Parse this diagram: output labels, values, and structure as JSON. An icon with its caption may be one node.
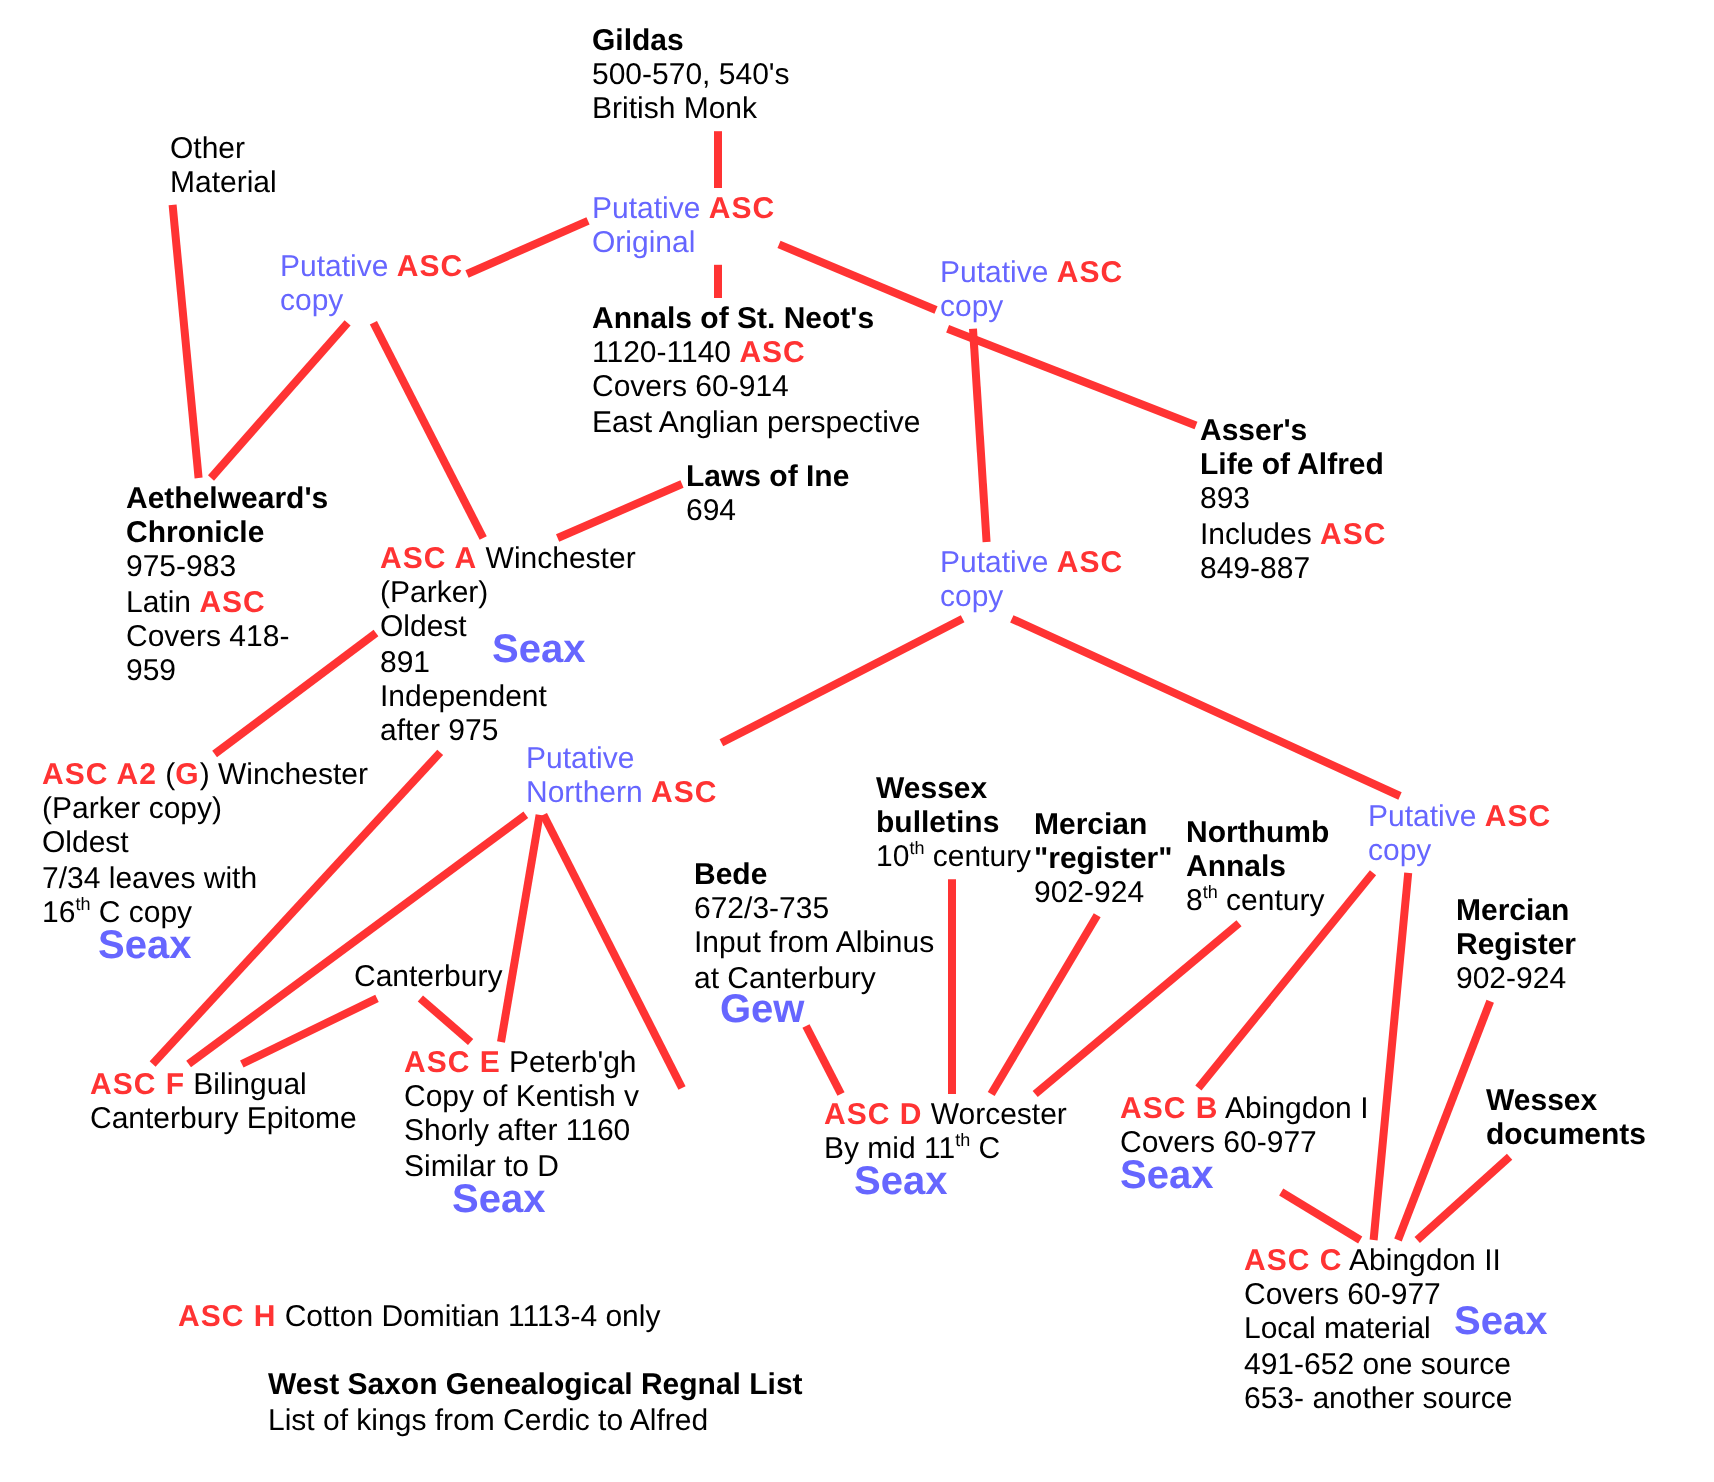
{
  "diagram": {
    "nodes": [
      {
        "text": [
          "Gildas",
          "500-570, 540's",
          "British Monk"
        ]
      },
      {
        "text": [
          "Putative **ASC** Original"
        ]
      },
      {
        "text": [
          "Other Material"
        ]
      },
      {
        "text": [
          "Putative **ASC** copy"
        ]
      },
      {
        "text": [
          "Putative **ASC** copy"
        ]
      },
      {
        "text": [
          "Annals of St. Neot's",
          "1120-1140 **ASC**",
          "Covers 60-914",
          "East Anglian perspective"
        ]
      },
      {
        "text": [
          "Asser's Life of Alfred",
          "893",
          "Includes **ASC** 849-887"
        ]
      },
      {
        "text": [
          "Aethelweard's Chronicle",
          "975-983",
          "Latin **ASC**",
          "Covers 418- 959"
        ]
      },
      {
        "text": [
          "Laws of Ine",
          "694"
        ]
      },
      {
        "text": [
          "**ASC A** Winchester (Parker)",
          "Oldest",
          "891",
          "Independent after 975"
        ],
        "beside": [
          "Seax"
        ]
      },
      {
        "text": [
          "Putative **ASC** copy"
        ]
      },
      {
        "text": [
          "**ASC A2** (**G**) Winchester (Parker copy)",
          "Oldest",
          "7/34 leaves with 16$^{th}$ C copy"
        ],
        "beside": [
          "Seax"
        ]
      },
      {
        "text": [
          "Putative Northern **ASC**"
        ]
      },
      {
        "text": [
          "Wessex bulletins",
          "10$^{th}$ century"
        ]
      },
      {
        "text": [
          "Mercian \"register\"",
          "902-924"
        ]
      },
      {
        "text": [
          "Northumb Annals",
          "8$^{th}$ century"
        ]
      },
      {
        "text": [
          "Putative **ASC** copy"
        ]
      },
      {
        "text": [
          "Bede",
          "672/3-735",
          "Input from Albinus at Canterbury"
        ],
        "beside": [
          "Gew"
        ]
      },
      {
        "text": [
          "Mercian Register",
          "902-924"
        ]
      },
      {
        "text": [
          "Canterbury"
        ]
      },
      {
        "text": [
          "**ASC F** Bilingual Canterbury Epitome"
        ]
      },
      {
        "text": [
          "**ASC E** Peterb'gh",
          "Copy of Kentish v",
          "Shorly after 1160",
          "Similar to D"
        ],
        "beside": [
          "Seax"
        ]
      },
      {
        "text": [
          "**ASC D** Worcester",
          "By mid 11$^{th}$ C"
        ],
        "beside": [
          "Seax"
        ]
      },
      {
        "text": [
          "**ASC B** Abingdon I",
          "Covers 60-977"
        ],
        "beside": [
          "Seax"
        ]
      },
      {
        "text": [
          "Wessex documents"
        ]
      },
      {
        "text": [
          "**ASC C** Abingdon II",
          "Covers 60-977",
          "Local material",
          "491-652 one source",
          "653- another source"
        ],
        "beside": [
          "Seax"
        ]
      }
    ],
    "edges": [
      {
        "from": 0,
        "to": 1,
        "arrow": "none"
      },
      {
        "from": 1,
        "to": 5,
        "arrow": "none"
      },
      {
        "from": 1,
        "to": 3,
        "arrow": "none"
      },
      {
        "from": 1,
        "to": 4,
        "arrow": "none"
      },
      {
        "from": 2,
        "to": 7,
        "arrow": "none"
      },
      {
        "from": 3,
        "to": 7,
        "arrow": "none"
      },
      {
        "from": 3,
        "to": 9,
        "arrow": "none"
      },
      {
        "from": 4,
        "to": 10,
        "arrow": "none"
      },
      {
        "from": 4,
        "to": 6,
        "arrow": "none"
      },
      {
        "from": 8,
        "to": 9,
        "arrow": "none"
      },
      {
        "from": 9,
        "to": 11,
        "arrow": "none"
      },
      {
        "from": 10,
        "to": 12,
        "arrow": "none"
      },
      {
        "from": 10,
        "to": 16,
        "arrow": "none"
      },
      {
        "from": 9,
        "to": 20,
        "arrow": "none"
      },
      {
        "from": 12,
        "to": 20,
        "arrow": "none"
      },
      {
        "from": 12,
        "to": 21,
        "arrow": "none"
      },
      {
        "from": 12,
        "to": 21,
        "arrow": "none"
      },
      {
        "from": 19,
        "to": 20,
        "arrow": "none"
      },
      {
        "from": 19,
        "to": 21,
        "arrow": "none"
      },
      {
        "from": 17,
        "to": 22,
        "arrow": "none"
      },
      {
        "from": 13,
        "to": 22,
        "arrow": "none"
      },
      {
        "from": 14,
        "to": 22,
        "arrow": "none"
      },
      {
        "from": 15,
        "to": 22,
        "arrow": "none"
      },
      {
        "from": 16,
        "to": 23,
        "arrow": "none"
      },
      {
        "from": 16,
        "to": 25,
        "arrow": "none"
      },
      {
        "from": 18,
        "to": 25,
        "arrow": "none"
      },
      {
        "from": 24,
        "to": 25,
        "arrow": "none"
      },
      {
        "from": 23,
        "to": 25,
        "arrow": "none"
      }
    ],
    "labels": [
      "**ASC H** Cotton Domitian 1113-4 only",
      "West Saxon Genealogical Regnal List",
      "List of kings from Cerdic to Alfred"
    ]
  }
}
